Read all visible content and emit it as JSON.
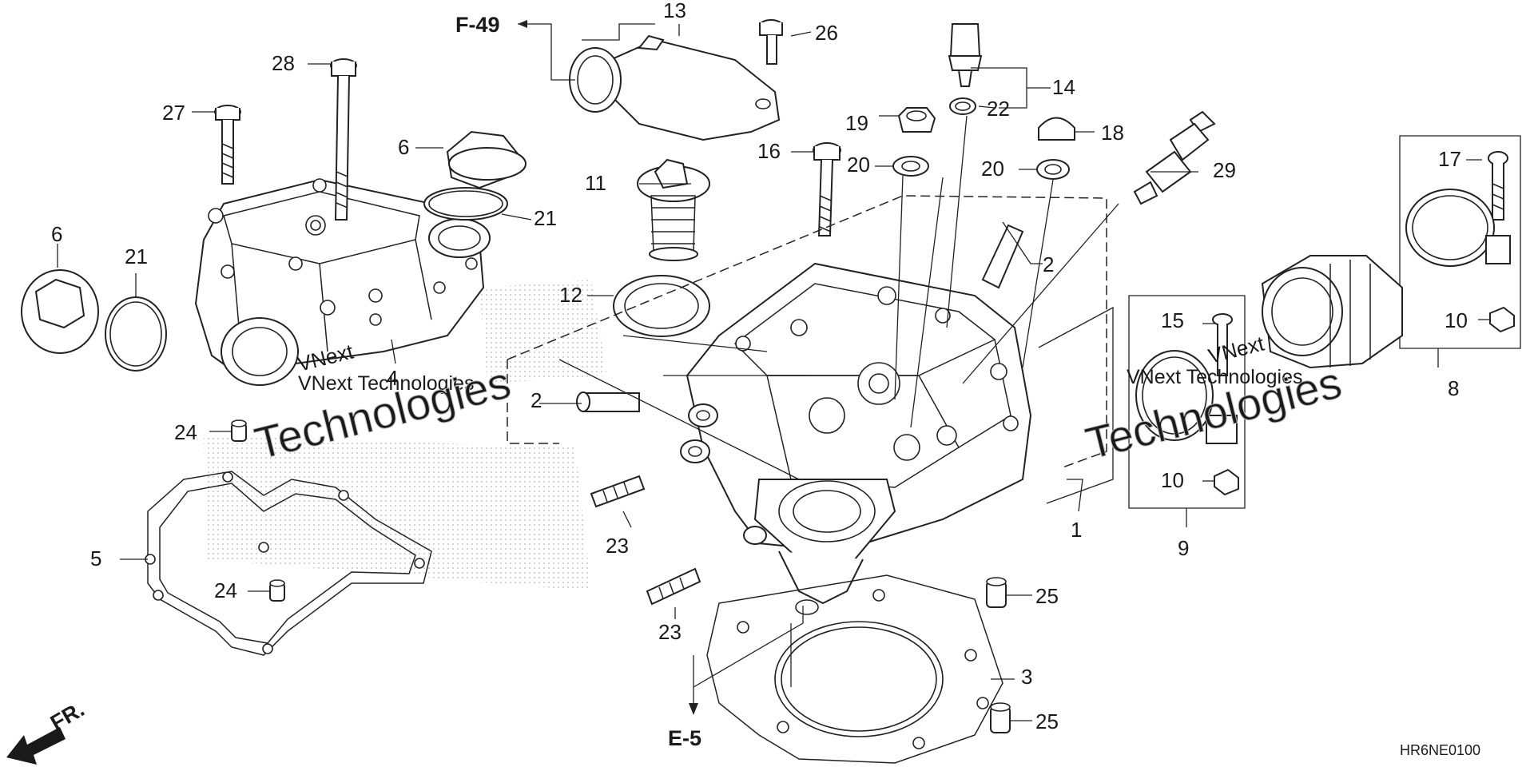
{
  "diagram": {
    "callouts": {
      "c1": "1",
      "c2a": "2",
      "c2b": "2",
      "c3": "3",
      "c4": "4",
      "c5": "5",
      "c6a": "6",
      "c6b": "6",
      "c8": "8",
      "c9": "9",
      "c10a": "10",
      "c10b": "10",
      "c11": "11",
      "c12": "12",
      "c13": "13",
      "c14": "14",
      "c15": "15",
      "c16": "16",
      "c17": "17",
      "c18": "18",
      "c19": "19",
      "c20a": "20",
      "c20b": "20",
      "c21a": "21",
      "c21b": "21",
      "c22": "22",
      "c23a": "23",
      "c23b": "23",
      "c24a": "24",
      "c24b": "24",
      "c25a": "25",
      "c25b": "25",
      "c26": "26",
      "c27": "27",
      "c28": "28",
      "c29": "29"
    },
    "refs": {
      "f49": "F-49",
      "e5": "E-5"
    },
    "direction_label": "FR.",
    "diagram_code": "HR6NE0100",
    "watermarks": {
      "w1_line1": "VNext",
      "w1_line2": "VNext Technologies",
      "w1_big": "Technologies",
      "w2_line1": "VNext",
      "w2_line2": "VNext Technologies",
      "w2_big": "Technologies"
    },
    "colors": {
      "line": "#222222",
      "watermark": "#c8c8c8",
      "background": "#ffffff"
    }
  }
}
